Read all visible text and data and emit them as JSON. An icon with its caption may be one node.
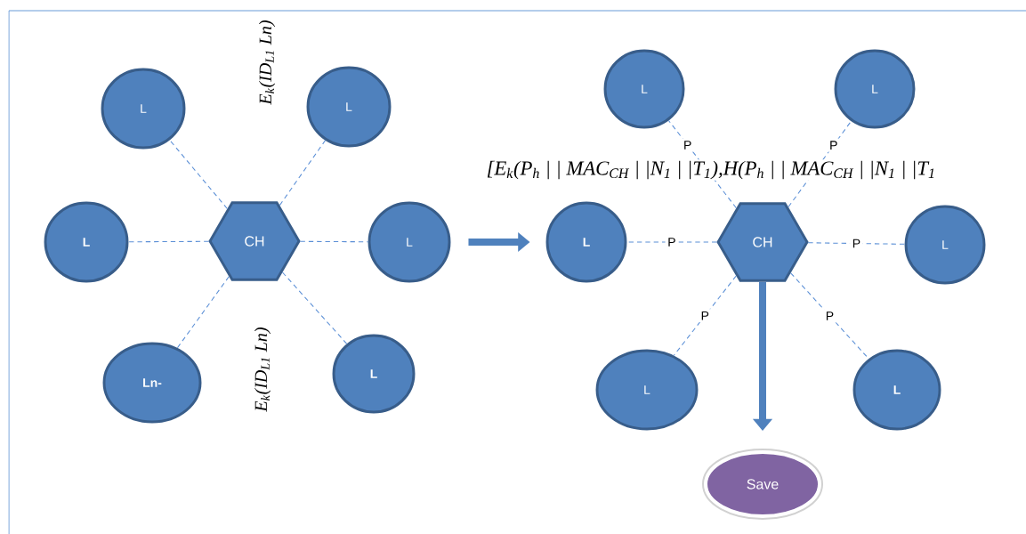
{
  "diagram": {
    "nodes": [
      {
        "text": [
          "CH"
        ]
      },
      {
        "text": [
          "L"
        ]
      },
      {
        "text": [
          "L"
        ]
      },
      {
        "text": [
          "L"
        ]
      },
      {
        "text": [
          "L"
        ]
      },
      {
        "text": [
          "Ln-"
        ]
      },
      {
        "text": [
          "L"
        ]
      },
      {
        "text": [
          "CH"
        ]
      },
      {
        "text": [
          "L"
        ]
      },
      {
        "text": [
          "L"
        ]
      },
      {
        "text": [
          "L"
        ]
      },
      {
        "text": [
          "L"
        ]
      },
      {
        "text": [
          "L"
        ]
      },
      {
        "text": [
          "L"
        ]
      },
      {
        "text": [
          "Save"
        ]
      }
    ],
    "edges": [
      {
        "from": 0,
        "to": 1,
        "arrow": "none",
        "style": "dashed"
      },
      {
        "from": 0,
        "to": 2,
        "arrow": "none",
        "style": "dashed"
      },
      {
        "from": 0,
        "to": 3,
        "arrow": "none",
        "style": "dashed"
      },
      {
        "from": 0,
        "to": 4,
        "arrow": "none",
        "style": "dashed"
      },
      {
        "from": 0,
        "to": 5,
        "arrow": "none",
        "style": "dashed"
      },
      {
        "from": 0,
        "to": 6,
        "arrow": "none",
        "style": "dashed"
      },
      {
        "from": 4,
        "to": 10,
        "arrow": "to",
        "style": "thick",
        "color": "#4f81bd"
      },
      {
        "from": 7,
        "to": 8,
        "label": "P",
        "arrow": "none",
        "style": "dashed"
      },
      {
        "from": 7,
        "to": 9,
        "label": "P",
        "arrow": "none",
        "style": "dashed"
      },
      {
        "from": 7,
        "to": 10,
        "label": "P",
        "arrow": "none",
        "style": "dashed"
      },
      {
        "from": 7,
        "to": 11,
        "label": "P",
        "arrow": "none",
        "style": "dashed"
      },
      {
        "from": 7,
        "to": 12,
        "label": "P",
        "arrow": "none",
        "style": "dashed"
      },
      {
        "from": 7,
        "to": 13,
        "label": "P",
        "arrow": "none",
        "style": "dashed"
      },
      {
        "from": 7,
        "to": 14,
        "arrow": "to",
        "style": "thick",
        "color": "#4f81bd"
      }
    ],
    "labels": [
      "E$_{k}$(ID$_{L1}$  Ln)",
      "E$_{k}$(ID$_{L1}$  Ln)",
      "[E$_{k}$(P$_{h}$ | | MAC$_{CH}$ | |N$_{1}$ | |T$_{1}$),H(P$_{h}$ | | MAC$_{CH}$ | |N$_{1}$ | |T$_{1}$"
    ]
  }
}
